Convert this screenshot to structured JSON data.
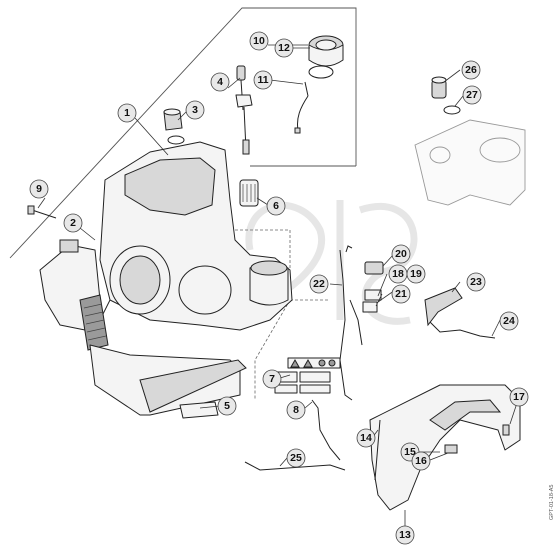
{
  "diagram": {
    "reference_code": "GPT-01-18-A5",
    "callouts": [
      {
        "id": "c1",
        "label": "1"
      },
      {
        "id": "c2",
        "label": "2"
      },
      {
        "id": "c3",
        "label": "3"
      },
      {
        "id": "c4",
        "label": "4"
      },
      {
        "id": "c5",
        "label": "5"
      },
      {
        "id": "c6",
        "label": "6"
      },
      {
        "id": "c7",
        "label": "7"
      },
      {
        "id": "c8",
        "label": "8"
      },
      {
        "id": "c9",
        "label": "9"
      },
      {
        "id": "c10",
        "label": "10"
      },
      {
        "id": "c11",
        "label": "11"
      },
      {
        "id": "c12",
        "label": "12"
      },
      {
        "id": "c13",
        "label": "13"
      },
      {
        "id": "c14",
        "label": "14"
      },
      {
        "id": "c15",
        "label": "15"
      },
      {
        "id": "c16",
        "label": "16"
      },
      {
        "id": "c17",
        "label": "17"
      },
      {
        "id": "c18",
        "label": "18"
      },
      {
        "id": "c19",
        "label": "19"
      },
      {
        "id": "c20",
        "label": "20"
      },
      {
        "id": "c21",
        "label": "21"
      },
      {
        "id": "c22",
        "label": "22"
      },
      {
        "id": "c23",
        "label": "23"
      },
      {
        "id": "c24",
        "label": "24"
      },
      {
        "id": "c25",
        "label": "25"
      },
      {
        "id": "c26",
        "label": "26"
      },
      {
        "id": "c27",
        "label": "27"
      }
    ]
  }
}
